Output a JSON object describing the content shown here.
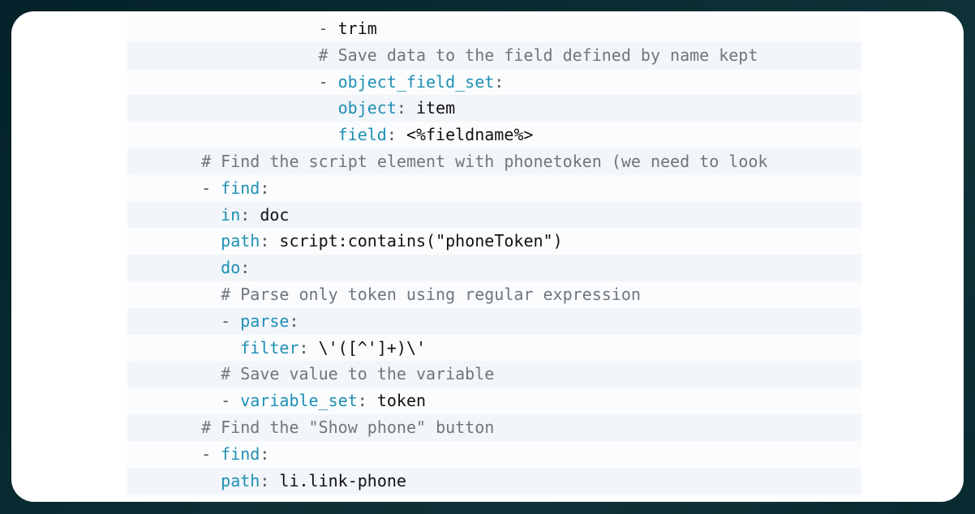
{
  "colors": {
    "background": "#0b2d33",
    "card": "#ffffff",
    "code_bg": "#fbfcfd",
    "code_stripe": "#f2f5f9",
    "key": "#1f8fb4",
    "comment": "#6f767d",
    "text": "#111111"
  },
  "code": {
    "language": "yaml",
    "lines": [
      {
        "indent": 14,
        "dash": "- ",
        "key": "",
        "sep": "",
        "value": "trim",
        "comment": ""
      },
      {
        "indent": 14,
        "dash": "",
        "key": "",
        "sep": "",
        "value": "",
        "comment": "# Save data to the field defined by name kept"
      },
      {
        "indent": 14,
        "dash": "- ",
        "key": "object_field_set",
        "sep": ":",
        "value": "",
        "comment": ""
      },
      {
        "indent": 16,
        "dash": "",
        "key": "object",
        "sep": ": ",
        "value": "item",
        "comment": ""
      },
      {
        "indent": 16,
        "dash": "",
        "key": "field",
        "sep": ": ",
        "value": "<%fieldname%>",
        "comment": ""
      },
      {
        "indent": 2,
        "dash": "",
        "key": "",
        "sep": "",
        "value": "",
        "comment": "# Find the script element with phonetoken (we need to look"
      },
      {
        "indent": 2,
        "dash": "- ",
        "key": "find",
        "sep": ":",
        "value": "",
        "comment": ""
      },
      {
        "indent": 4,
        "dash": "",
        "key": "in",
        "sep": ": ",
        "value": "doc",
        "comment": ""
      },
      {
        "indent": 4,
        "dash": "",
        "key": "path",
        "sep": ": ",
        "value": "script:contains(\"phoneToken\")",
        "comment": ""
      },
      {
        "indent": 4,
        "dash": "",
        "key": "do",
        "sep": ":",
        "value": "",
        "comment": ""
      },
      {
        "indent": 4,
        "dash": "",
        "key": "",
        "sep": "",
        "value": "",
        "comment": "# Parse only token using regular expression"
      },
      {
        "indent": 4,
        "dash": "- ",
        "key": "parse",
        "sep": ":",
        "value": "",
        "comment": ""
      },
      {
        "indent": 6,
        "dash": "",
        "key": "filter",
        "sep": ": ",
        "value": "\\'([^']+)\\'",
        "comment": ""
      },
      {
        "indent": 4,
        "dash": "",
        "key": "",
        "sep": "",
        "value": "",
        "comment": "# Save value to the variable"
      },
      {
        "indent": 4,
        "dash": "- ",
        "key": "variable_set",
        "sep": ": ",
        "value": "token",
        "comment": ""
      },
      {
        "indent": 2,
        "dash": "",
        "key": "",
        "sep": "",
        "value": "",
        "comment": "# Find the \"Show phone\" button"
      },
      {
        "indent": 2,
        "dash": "- ",
        "key": "find",
        "sep": ":",
        "value": "",
        "comment": ""
      },
      {
        "indent": 4,
        "dash": "",
        "key": "path",
        "sep": ": ",
        "value": "li.link-phone",
        "comment": ""
      }
    ]
  }
}
